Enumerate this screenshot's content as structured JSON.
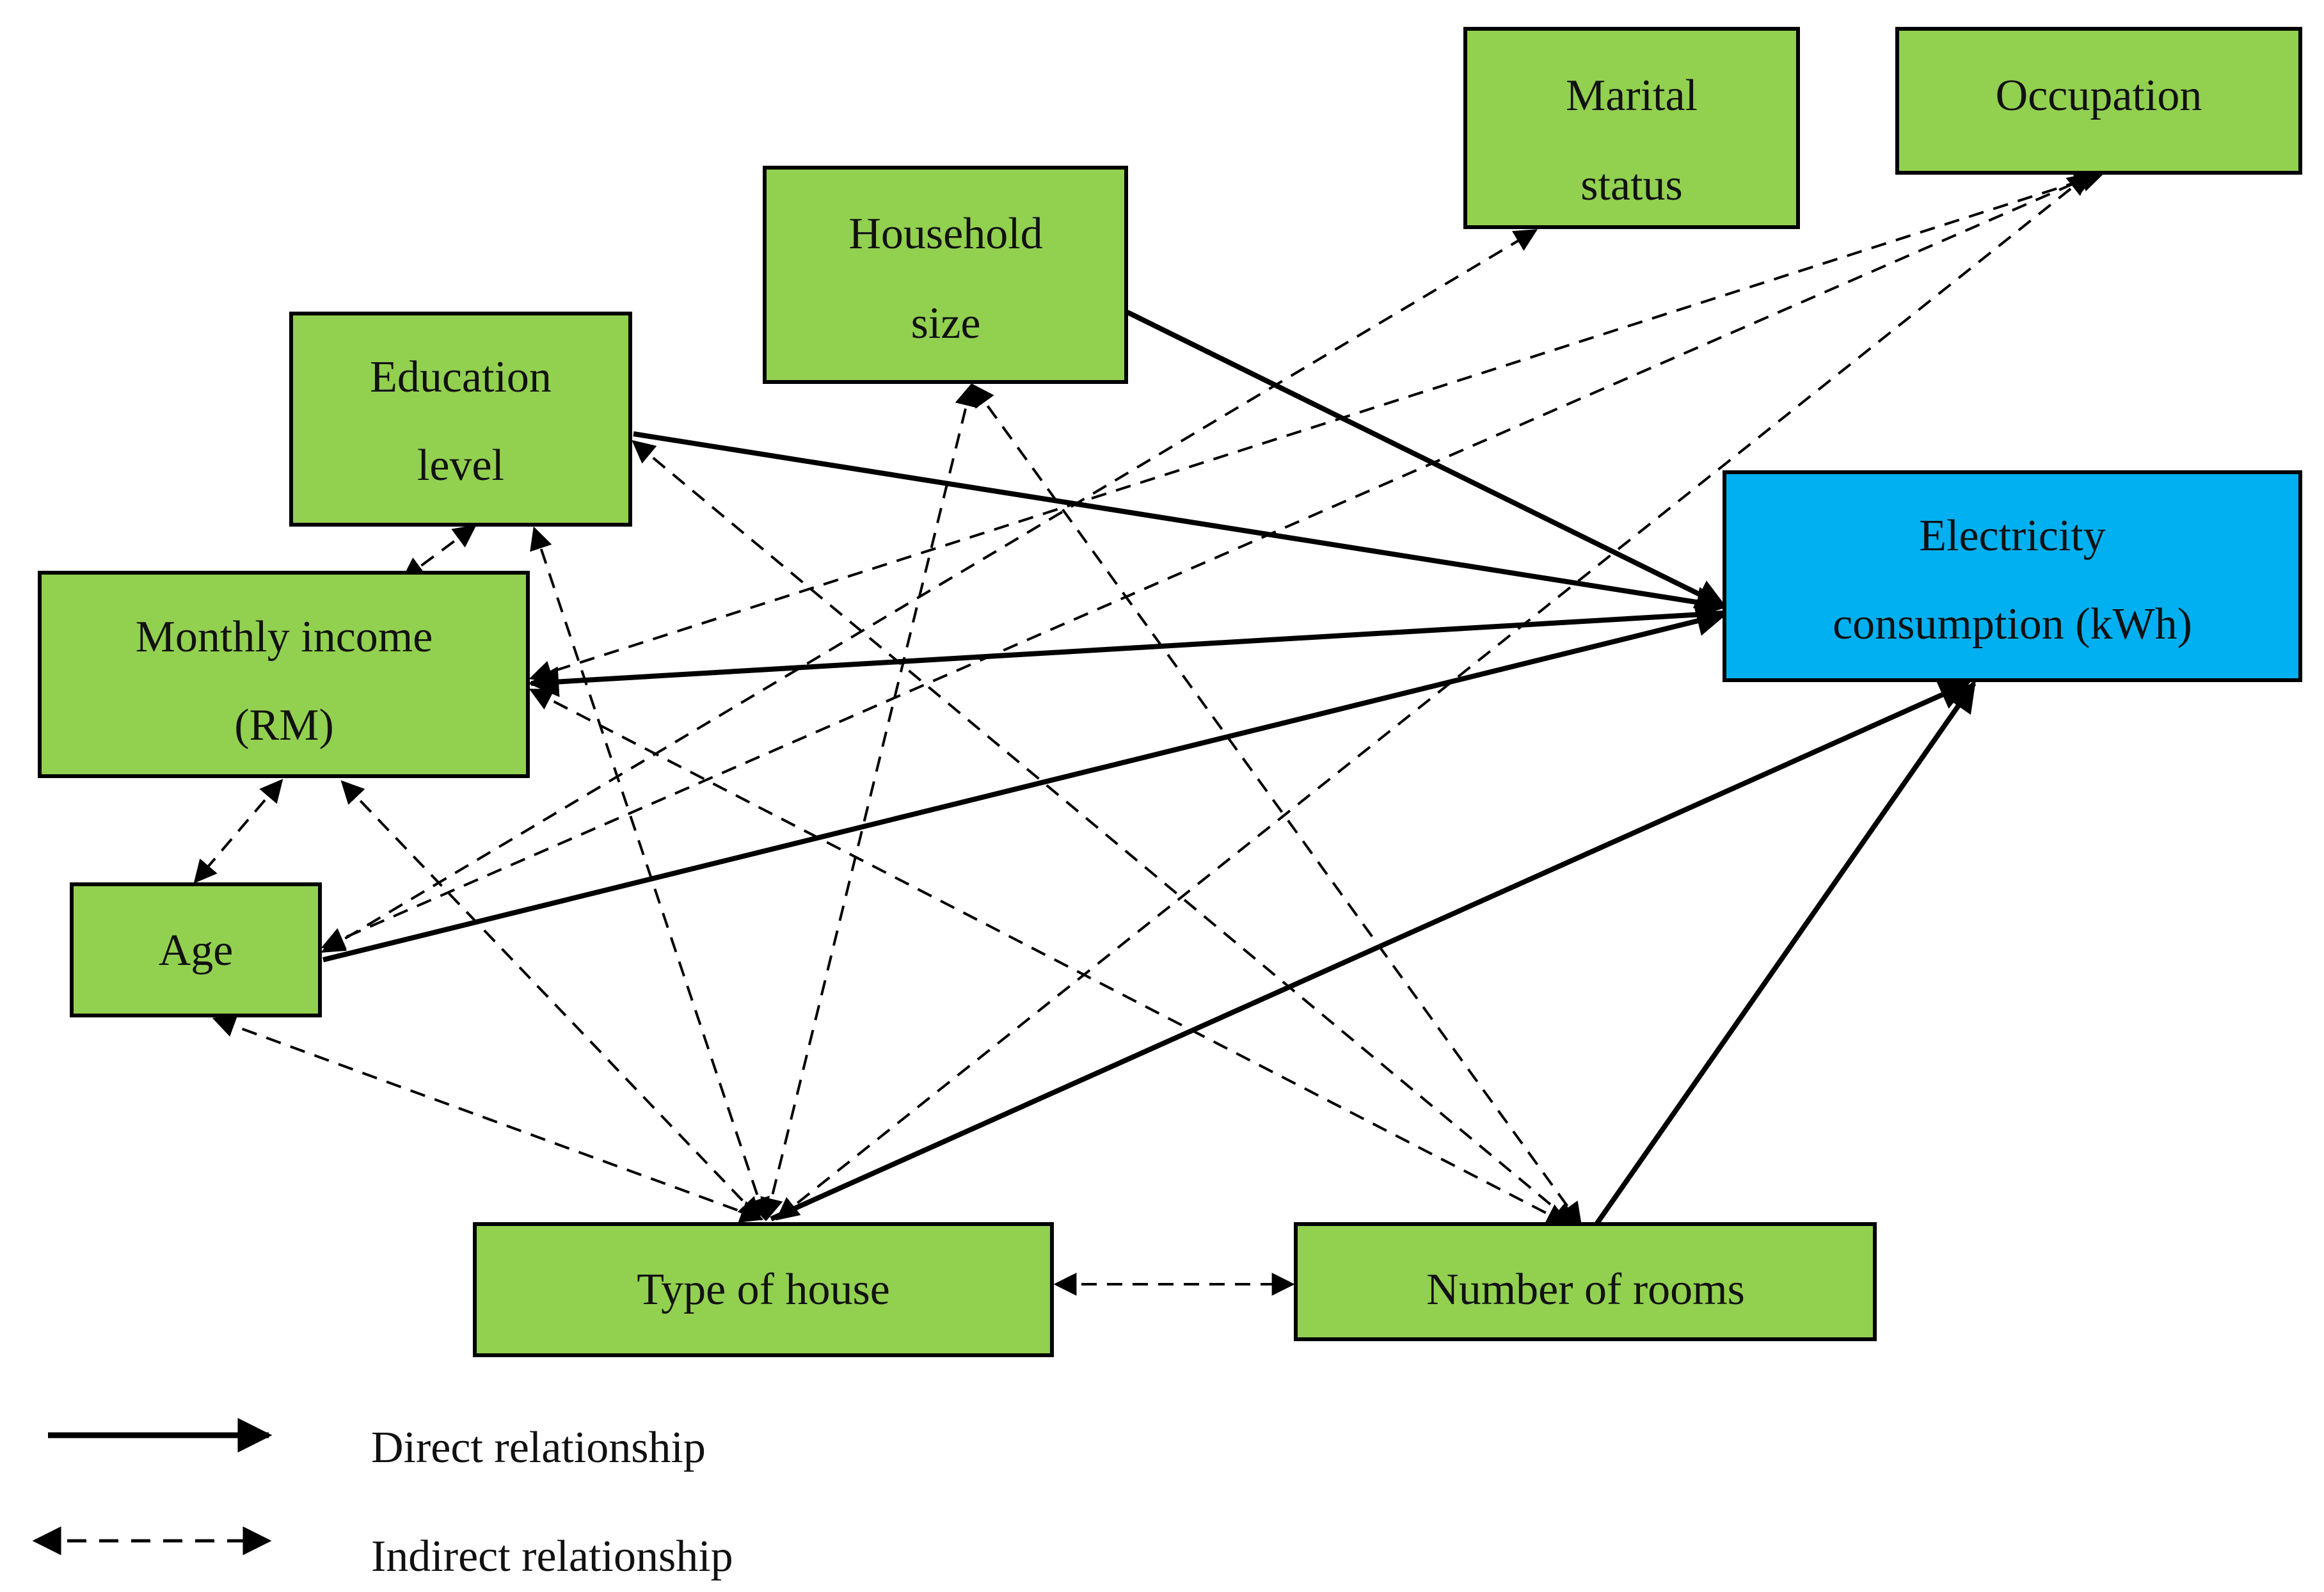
{
  "colors": {
    "node_fill": "#92d050",
    "target_fill": "#00b0f0",
    "stroke": "#000000"
  },
  "nodes": {
    "marital": {
      "lines": [
        "Marital",
        "status"
      ]
    },
    "occupation": {
      "lines": [
        "Occupation"
      ]
    },
    "household": {
      "lines": [
        "Household",
        "size"
      ]
    },
    "education": {
      "lines": [
        "Education",
        "level"
      ]
    },
    "electricity": {
      "lines": [
        "Electricity",
        "consumption (kWh)"
      ]
    },
    "income": {
      "lines": [
        "Monthly income",
        "(RM)"
      ]
    },
    "age": {
      "lines": [
        "Age"
      ]
    },
    "house": {
      "lines": [
        "Type of house"
      ]
    },
    "rooms": {
      "lines": [
        "Number of rooms"
      ]
    }
  },
  "edges": {
    "direct": [
      [
        "household",
        "electricity"
      ],
      [
        "education",
        "electricity"
      ],
      [
        "electricity",
        "income"
      ],
      [
        "age",
        "electricity"
      ],
      [
        "house",
        "electricity"
      ],
      [
        "rooms",
        "electricity"
      ]
    ],
    "indirect": [
      [
        "education",
        "income"
      ],
      [
        "income",
        "age"
      ],
      [
        "house",
        "rooms"
      ],
      [
        "house",
        "age"
      ],
      [
        "house",
        "income"
      ],
      [
        "house",
        "education"
      ],
      [
        "house",
        "household"
      ],
      [
        "house",
        "occupation"
      ],
      [
        "age",
        "marital"
      ],
      [
        "age",
        "occupation"
      ],
      [
        "income",
        "occupation"
      ],
      [
        "household",
        "rooms"
      ],
      [
        "education",
        "rooms"
      ],
      [
        "income",
        "rooms"
      ]
    ]
  },
  "legend": {
    "direct_label": "Direct relationship",
    "indirect_label": "Indirect relationship"
  }
}
